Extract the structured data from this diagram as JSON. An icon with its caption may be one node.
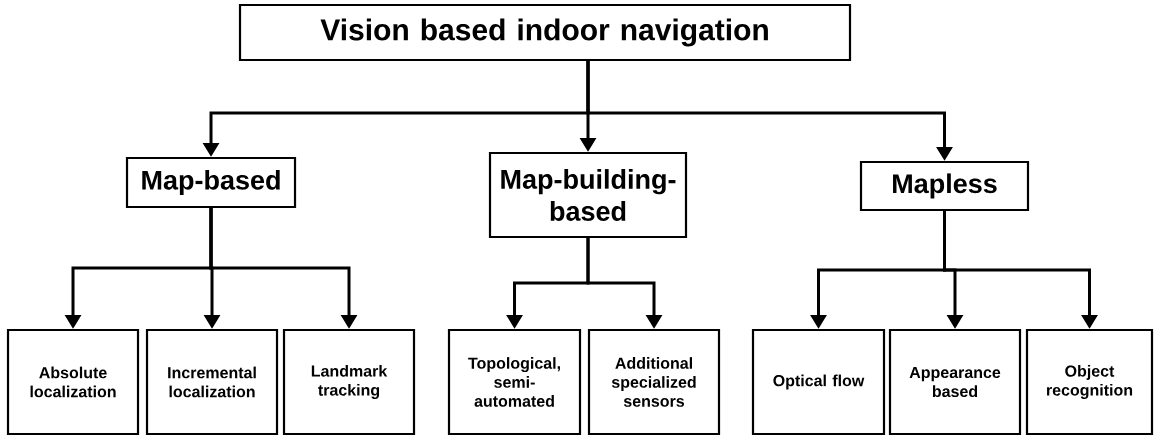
{
  "diagram": {
    "nodes": [
      {
        "text": [
          "Vision based indoor navigation"
        ]
      },
      {
        "text": [
          "Map-based"
        ]
      },
      {
        "text": [
          "Map-building-based"
        ]
      },
      {
        "text": [
          "Mapless"
        ]
      },
      {
        "text": [
          "Absolute localization"
        ]
      },
      {
        "text": [
          "Incremental localization"
        ]
      },
      {
        "text": [
          "Landmark tracking"
        ]
      },
      {
        "text": [
          "Topological, semi-automated"
        ]
      },
      {
        "text": [
          "Additional specialized sensors"
        ]
      },
      {
        "text": [
          "Optical flow"
        ]
      },
      {
        "text": [
          "Appearance based"
        ]
      },
      {
        "text": [
          "Object recognition"
        ]
      }
    ],
    "edges": [
      {
        "from": 0,
        "to": 1,
        "arrow": "to"
      },
      {
        "from": 0,
        "to": 2,
        "arrow": "to"
      },
      {
        "from": 0,
        "to": 3,
        "arrow": "to"
      },
      {
        "from": 1,
        "to": 4,
        "arrow": "to"
      },
      {
        "from": 1,
        "to": 5,
        "arrow": "to"
      },
      {
        "from": 1,
        "to": 6,
        "arrow": "to"
      },
      {
        "from": 2,
        "to": 7,
        "arrow": "to"
      },
      {
        "from": 2,
        "to": 8,
        "arrow": "to"
      },
      {
        "from": 3,
        "to": 9,
        "arrow": "to"
      },
      {
        "from": 3,
        "to": 10,
        "arrow": "to"
      },
      {
        "from": 3,
        "to": 11,
        "arrow": "to"
      }
    ]
  }
}
